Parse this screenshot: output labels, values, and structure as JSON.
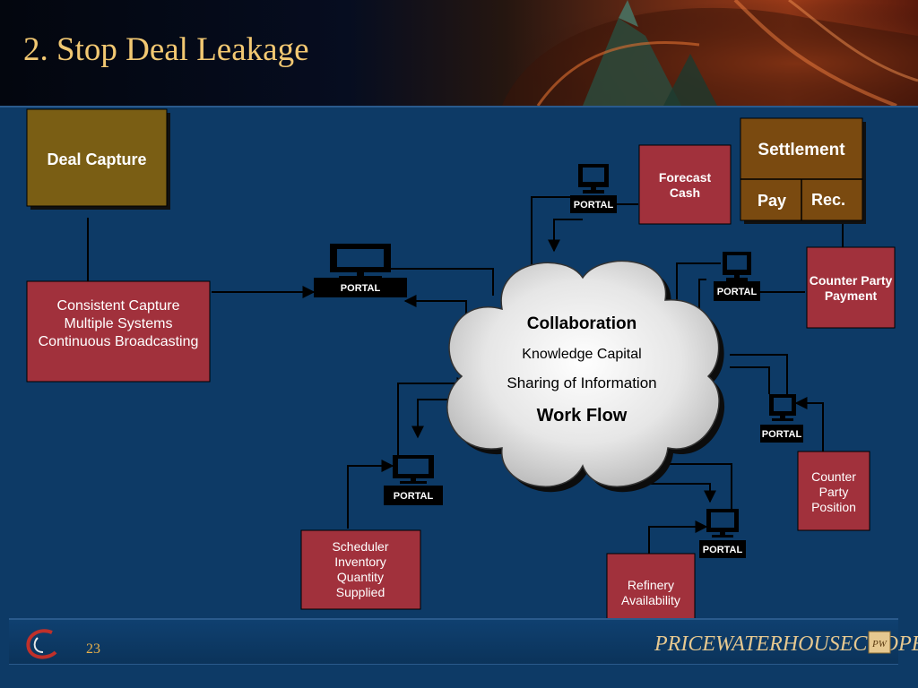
{
  "slide": {
    "title": "2. Stop Deal Leakage",
    "page_number": "23"
  },
  "diagram": {
    "deal_capture": "Deal Capture",
    "consistent_capture": [
      "Consistent Capture",
      "Multiple Systems",
      "Continuous Broadcasting"
    ],
    "cloud": {
      "line1": "Collaboration",
      "line2": "Knowledge Capital",
      "line3": "Sharing of Information",
      "line4": "Work Flow"
    },
    "forecast_cash": [
      "Forecast",
      "Cash"
    ],
    "settlement": {
      "title": "Settlement",
      "pay": "Pay",
      "rec": "Rec."
    },
    "counter_party_payment": [
      "Counter Party",
      "Payment"
    ],
    "counter_party_position": [
      "Counter",
      "Party",
      "Position"
    ],
    "refinery_availability": [
      "Refinery",
      "Availability"
    ],
    "scheduler": [
      "Scheduler",
      "Inventory",
      "Quantity",
      "Supplied"
    ],
    "portal_label": "PORTAL"
  },
  "footer": {
    "company": "PRICEWATERHOUSECOOPERS",
    "mark": "PW"
  },
  "colors": {
    "background": "#0d3a66",
    "title": "#f2c872",
    "deal_box": "#7a5e14",
    "settlement_box": "#7a4a10",
    "red_box": "#a1313c",
    "portal": "#000000"
  },
  "icons": [
    "computer-monitor-icon",
    "arrow-icon",
    "cloud-shape",
    "c-logo-icon",
    "pwc-mark-icon"
  ]
}
